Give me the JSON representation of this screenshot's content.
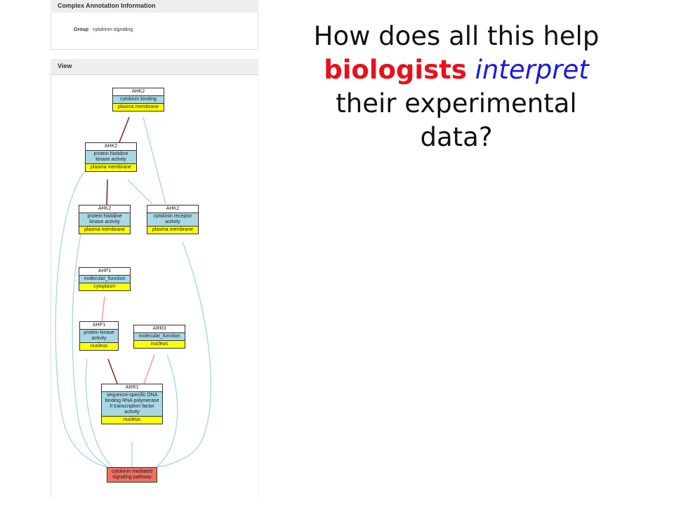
{
  "panel": {
    "annotation_header": "Complex Annotation Information",
    "group_label": "Group",
    "group_value": "cytokinin-signaling",
    "view_header": "View"
  },
  "nodes": {
    "n1": {
      "title": "AHK2",
      "function": "cytokinin binding",
      "location": "plasma membrane"
    },
    "n2": {
      "title": "AHK2",
      "function": "protein histidine kinase activity",
      "location": "plasma membrane"
    },
    "n3": {
      "title": "AHK2",
      "function": "protein histidine kinase activity",
      "location": "plasma membrane"
    },
    "n4": {
      "title": "AHK2",
      "function": "cytokinin receptor activity",
      "location": "plasma membrane"
    },
    "n5": {
      "title": "AHP1",
      "function": "molecular_function",
      "location": "cytoplasm"
    },
    "n6": {
      "title": "AHP1",
      "function": "protein kinase activity",
      "location": "nucleus"
    },
    "n7": {
      "title": "ARR3",
      "function": "molecular_function",
      "location": "nucleus"
    },
    "n8": {
      "title": "ARR1",
      "function": "sequence-specific DNA binding RNA polymerase II transcription factor activity",
      "location": "nucleus"
    },
    "n9": {
      "process": "cytokinin mediated signaling pathway"
    }
  },
  "colors": {
    "function_fill": "#a8d8e6",
    "location_fill": "#ffff00",
    "process_fill": "#f07060",
    "edge_dark": "#8b2a1e",
    "edge_light": "#f4a0a0",
    "edge_blue": "#a8d8e6",
    "highlight_red": "#e8101c",
    "highlight_blue": "#1a1adf"
  },
  "slide": {
    "q_part1": "How does all this help",
    "q_word_red": "biologists",
    "q_word_blue": "interpret",
    "q_part2": "their experimental data?"
  }
}
